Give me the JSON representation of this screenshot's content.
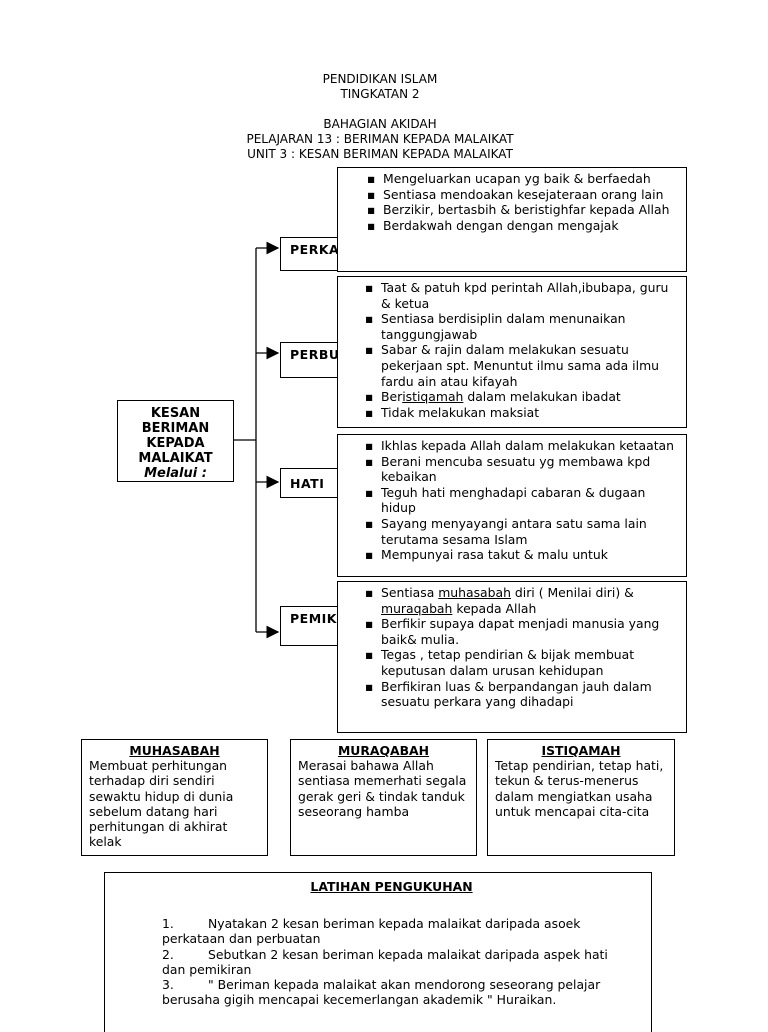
{
  "header": {
    "line1": "PENDIDIKAN ISLAM",
    "line2": "TINGKATAN 2",
    "line3": "BAHAGIAN AKIDAH",
    "line4": "PELAJARAN 13 :  BERIMAN KEPADA MALAIKAT",
    "line5": "UNIT  3 :  KESAN BERIMAN KEPADA MALAIKAT"
  },
  "center": {
    "line1": "KESAN",
    "line2": "BERIMAN",
    "line3": "KEPADA",
    "line4": "MALAIKAT",
    "line5": "Melalui :"
  },
  "categories": {
    "perkataan": "PERKATAAN",
    "perbuatan": "PERBUATAN",
    "hati": "HATI",
    "pemikiran": "PEMIKIRAN"
  },
  "perkataan_items": [
    "Mengeluarkan ucapan yg baik & berfaedah",
    "Sentiasa mendoakan kesejateraan orang lain",
    "Berzikir, bertasbih & beristighfar kepada Allah",
    "Berdakwah  dengan dengan mengajak"
  ],
  "perbuatan_items": [
    "Taat & patuh kpd perintah Allah,ibubapa, guru & ketua",
    "Sentiasa berdisiplin dalam menunaikan tanggungjawab",
    "Sabar & rajin dalam melakukan sesuatu pekerjaan spt. Menuntut ilmu sama ada ilmu fardu ain atau kifayah",
    "Beristiqamah  dalam melakukan ibadat",
    "Tidak melakukan maksiat"
  ],
  "perbuatan_underline": "istiqamah",
  "hati_items": [
    "Ikhlas  kepada Allah dalam melakukan ketaatan",
    "Berani  mencuba sesuatu yg membawa kpd kebaikan",
    "Teguh hati menghadapi cabaran & dugaan  hidup",
    "Sayang menyayangi antara satu sama lain terutama sesama Islam",
    "Mempunyai rasa  takut & malu untuk"
  ],
  "pemikiran_items": [
    "Sentiasa muhasabah diri ( Menilai diri) & muraqabah kepada Allah",
    "Berfikir supaya dapat menjadi manusia yang baik& mulia.",
    "Tegas ,  tetap pendirian &  bijak membuat keputusan dalam urusan kehidupan",
    "Berfikiran luas & berpandangan jauh dalam sesuatu perkara yang dihadapi"
  ],
  "definitions": [
    {
      "title": "MUHASABAH",
      "text": "Membuat perhitungan terhadap diri sendiri sewaktu hidup di dunia sebelum datang hari perhitungan di akhirat kelak"
    },
    {
      "title": "MURAQABAH",
      "text": "Merasai bahawa Allah sentiasa memerhati segala gerak geri & tindak tanduk seseorang hamba"
    },
    {
      "title": "ISTIQAMAH",
      "text": "Tetap pendirian, tetap hati, tekun & terus-menerus dalam mengiatkan usaha untuk mencapai cita-cita"
    }
  ],
  "latihan": {
    "title": "LATIHAN PENGUKUHAN",
    "items": [
      {
        "num": "1.",
        "text": "Nyatakan 2 kesan beriman kepada malaikat daripada asoek perkataan dan perbuatan"
      },
      {
        "num": "2.",
        "text": "Sebutkan 2 kesan beriman kepada malaikat daripada aspek hati dan pemikiran"
      },
      {
        "num": "3.",
        "text": "\" Beriman kepada malaikat akan mendorong seseorang pelajar berusaha gigih mencapai  kecemerlangan akademik \" Huraikan."
      }
    ]
  }
}
